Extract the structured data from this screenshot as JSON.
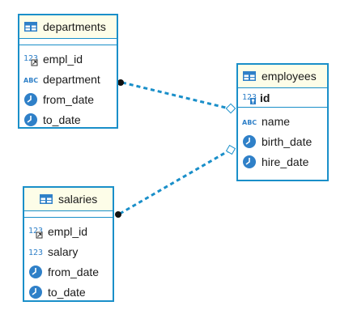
{
  "colors": {
    "border": "#1a8fc9",
    "header_bg": "#fdfde8",
    "icon_blue": "#2f80c8",
    "line": "#1a8fc9"
  },
  "entities": {
    "departments": {
      "title": "departments",
      "columns": [
        {
          "name": "empl_id",
          "type_icon": "numeric-fk-icon"
        },
        {
          "name": "department",
          "type_icon": "text-abc-icon"
        },
        {
          "name": "from_date",
          "type_icon": "clock-icon"
        },
        {
          "name": "to_date",
          "type_icon": "clock-icon"
        }
      ]
    },
    "employees": {
      "title": "employees",
      "primary_key": {
        "name": "id",
        "type_icon": "numeric-pk-icon"
      },
      "columns": [
        {
          "name": "name",
          "type_icon": "text-abc-icon"
        },
        {
          "name": "birth_date",
          "type_icon": "clock-icon"
        },
        {
          "name": "hire_date",
          "type_icon": "clock-icon"
        }
      ]
    },
    "salaries": {
      "title": "salaries",
      "columns": [
        {
          "name": "empl_id",
          "type_icon": "numeric-fk-icon"
        },
        {
          "name": "salary",
          "type_icon": "numeric-icon"
        },
        {
          "name": "from_date",
          "type_icon": "clock-icon"
        },
        {
          "name": "to_date",
          "type_icon": "clock-icon"
        }
      ]
    }
  },
  "relationships": [
    {
      "from": "departments.empl_id",
      "to": "employees.id",
      "style": "dashed"
    },
    {
      "from": "salaries.empl_id",
      "to": "employees.id",
      "style": "dashed"
    }
  ]
}
